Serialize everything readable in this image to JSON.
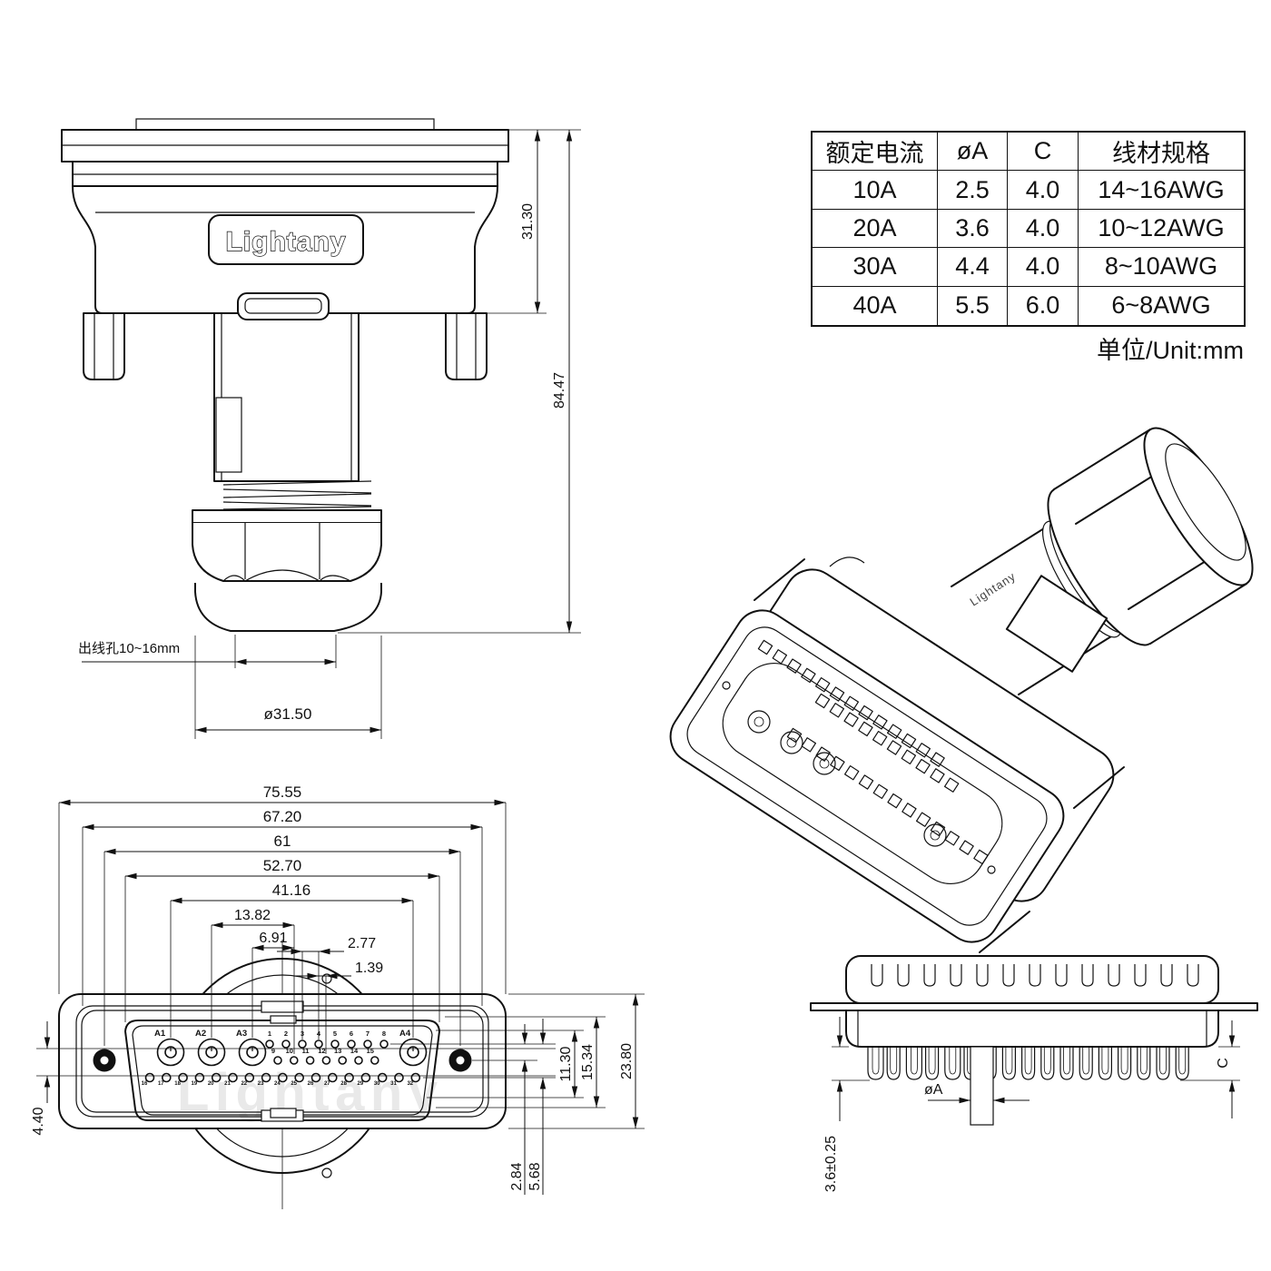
{
  "brand": {
    "logo_text": "Lightany",
    "watermark_text": "Lightany"
  },
  "spec_table": {
    "headers": [
      "额定电流",
      "øA",
      "C",
      "线材规格"
    ],
    "rows": [
      {
        "rated_current": "10A",
        "phi_a": "2.5",
        "c": "4.0",
        "wire_gauge": "14~16AWG"
      },
      {
        "rated_current": "20A",
        "phi_a": "3.6",
        "c": "4.0",
        "wire_gauge": "10~12AWG"
      },
      {
        "rated_current": "30A",
        "phi_a": "4.4",
        "c": "4.0",
        "wire_gauge": "8~10AWG"
      },
      {
        "rated_current": "40A",
        "phi_a": "5.5",
        "c": "6.0",
        "wire_gauge": "6~8AWG"
      }
    ],
    "unit_note": "单位/Unit:mm"
  },
  "top_view": {
    "dim_hood_height": "31.30",
    "dim_total_height": "84.47",
    "cable_hole_label": "出线孔10~16mm",
    "dim_gland_diameter": "ø31.50"
  },
  "front_view": {
    "dim_overall_width": "75.55",
    "dim_flange_width": "67.20",
    "dim_hole_span": "61",
    "dim_shell_width": "52.70",
    "dim_power_span": "41.16",
    "dim_a2_center": "13.82",
    "dim_a3_center": "6.91",
    "dim_pitch": "2.77",
    "dim_half_pitch": "1.39",
    "dim_left": "4.40",
    "dim_right_1": "11.30",
    "dim_right_2": "15.34",
    "dim_right_3": "23.80",
    "dim_row_offset_1": "2.84",
    "dim_row_offset_2": "5.68",
    "power_contacts": [
      "A1",
      "A2",
      "A3",
      "A4"
    ],
    "pins_row1": [
      "1",
      "2",
      "3",
      "4",
      "5",
      "6",
      "7",
      "8"
    ],
    "pins_row2": [
      "9",
      "10",
      "11",
      "12",
      "13",
      "14",
      "15"
    ],
    "pins_row3": [
      "16",
      "17",
      "18",
      "19",
      "20",
      "21",
      "22",
      "23",
      "24",
      "25",
      "26",
      "27",
      "28",
      "29",
      "30",
      "31",
      "32"
    ]
  },
  "side_view": {
    "dim_tail": "3.6±0.25",
    "dim_pin_dia": "øA",
    "dim_c": "C"
  }
}
